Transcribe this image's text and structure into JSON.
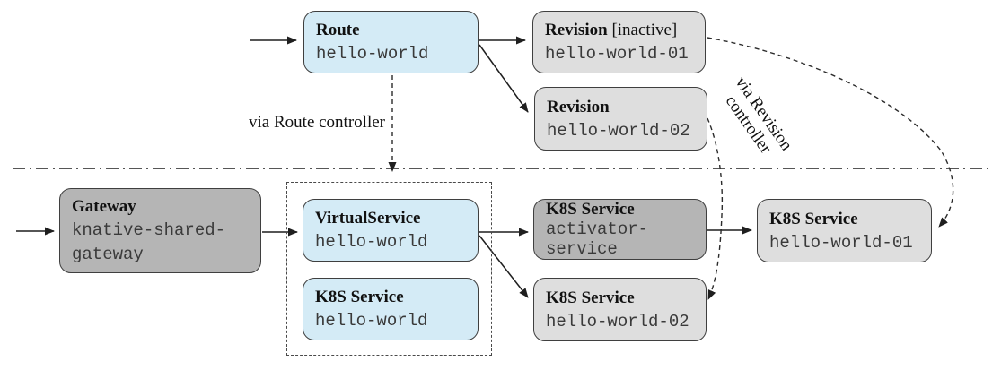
{
  "diagram": {
    "nodes": {
      "route": {
        "title": "Route",
        "name": "hello-world"
      },
      "revision_inactive": {
        "title": "Revision",
        "status_suffix": " [inactive]",
        "name": "hello-world-01"
      },
      "revision_02": {
        "title": "Revision",
        "name": "hello-world-02"
      },
      "gateway": {
        "title": "Gateway",
        "name_line1": "knative-shared-",
        "name_line2": "gateway"
      },
      "virtual_service": {
        "title": "VirtualService",
        "name": "hello-world"
      },
      "k8s_service_hello_world": {
        "title": "K8S Service",
        "name": "hello-world"
      },
      "k8s_service_activator": {
        "title": "K8S Service",
        "name_line1": "activator-",
        "name_line2": "service"
      },
      "k8s_service_hello_world_02": {
        "title": "K8S Service",
        "name": "hello-world-02"
      },
      "k8s_service_hello_world_01": {
        "title": "K8S Service",
        "name": "hello-world-01"
      }
    },
    "labels": {
      "route_controller": "via Route controller",
      "revision_controller_line1": "via Revision",
      "revision_controller_line2": "controller"
    },
    "colors": {
      "node_blue": "#d4ebf6",
      "node_light_gray": "#dedede",
      "node_dark_gray": "#b5b5b5",
      "line": "#1f1f1f"
    }
  }
}
